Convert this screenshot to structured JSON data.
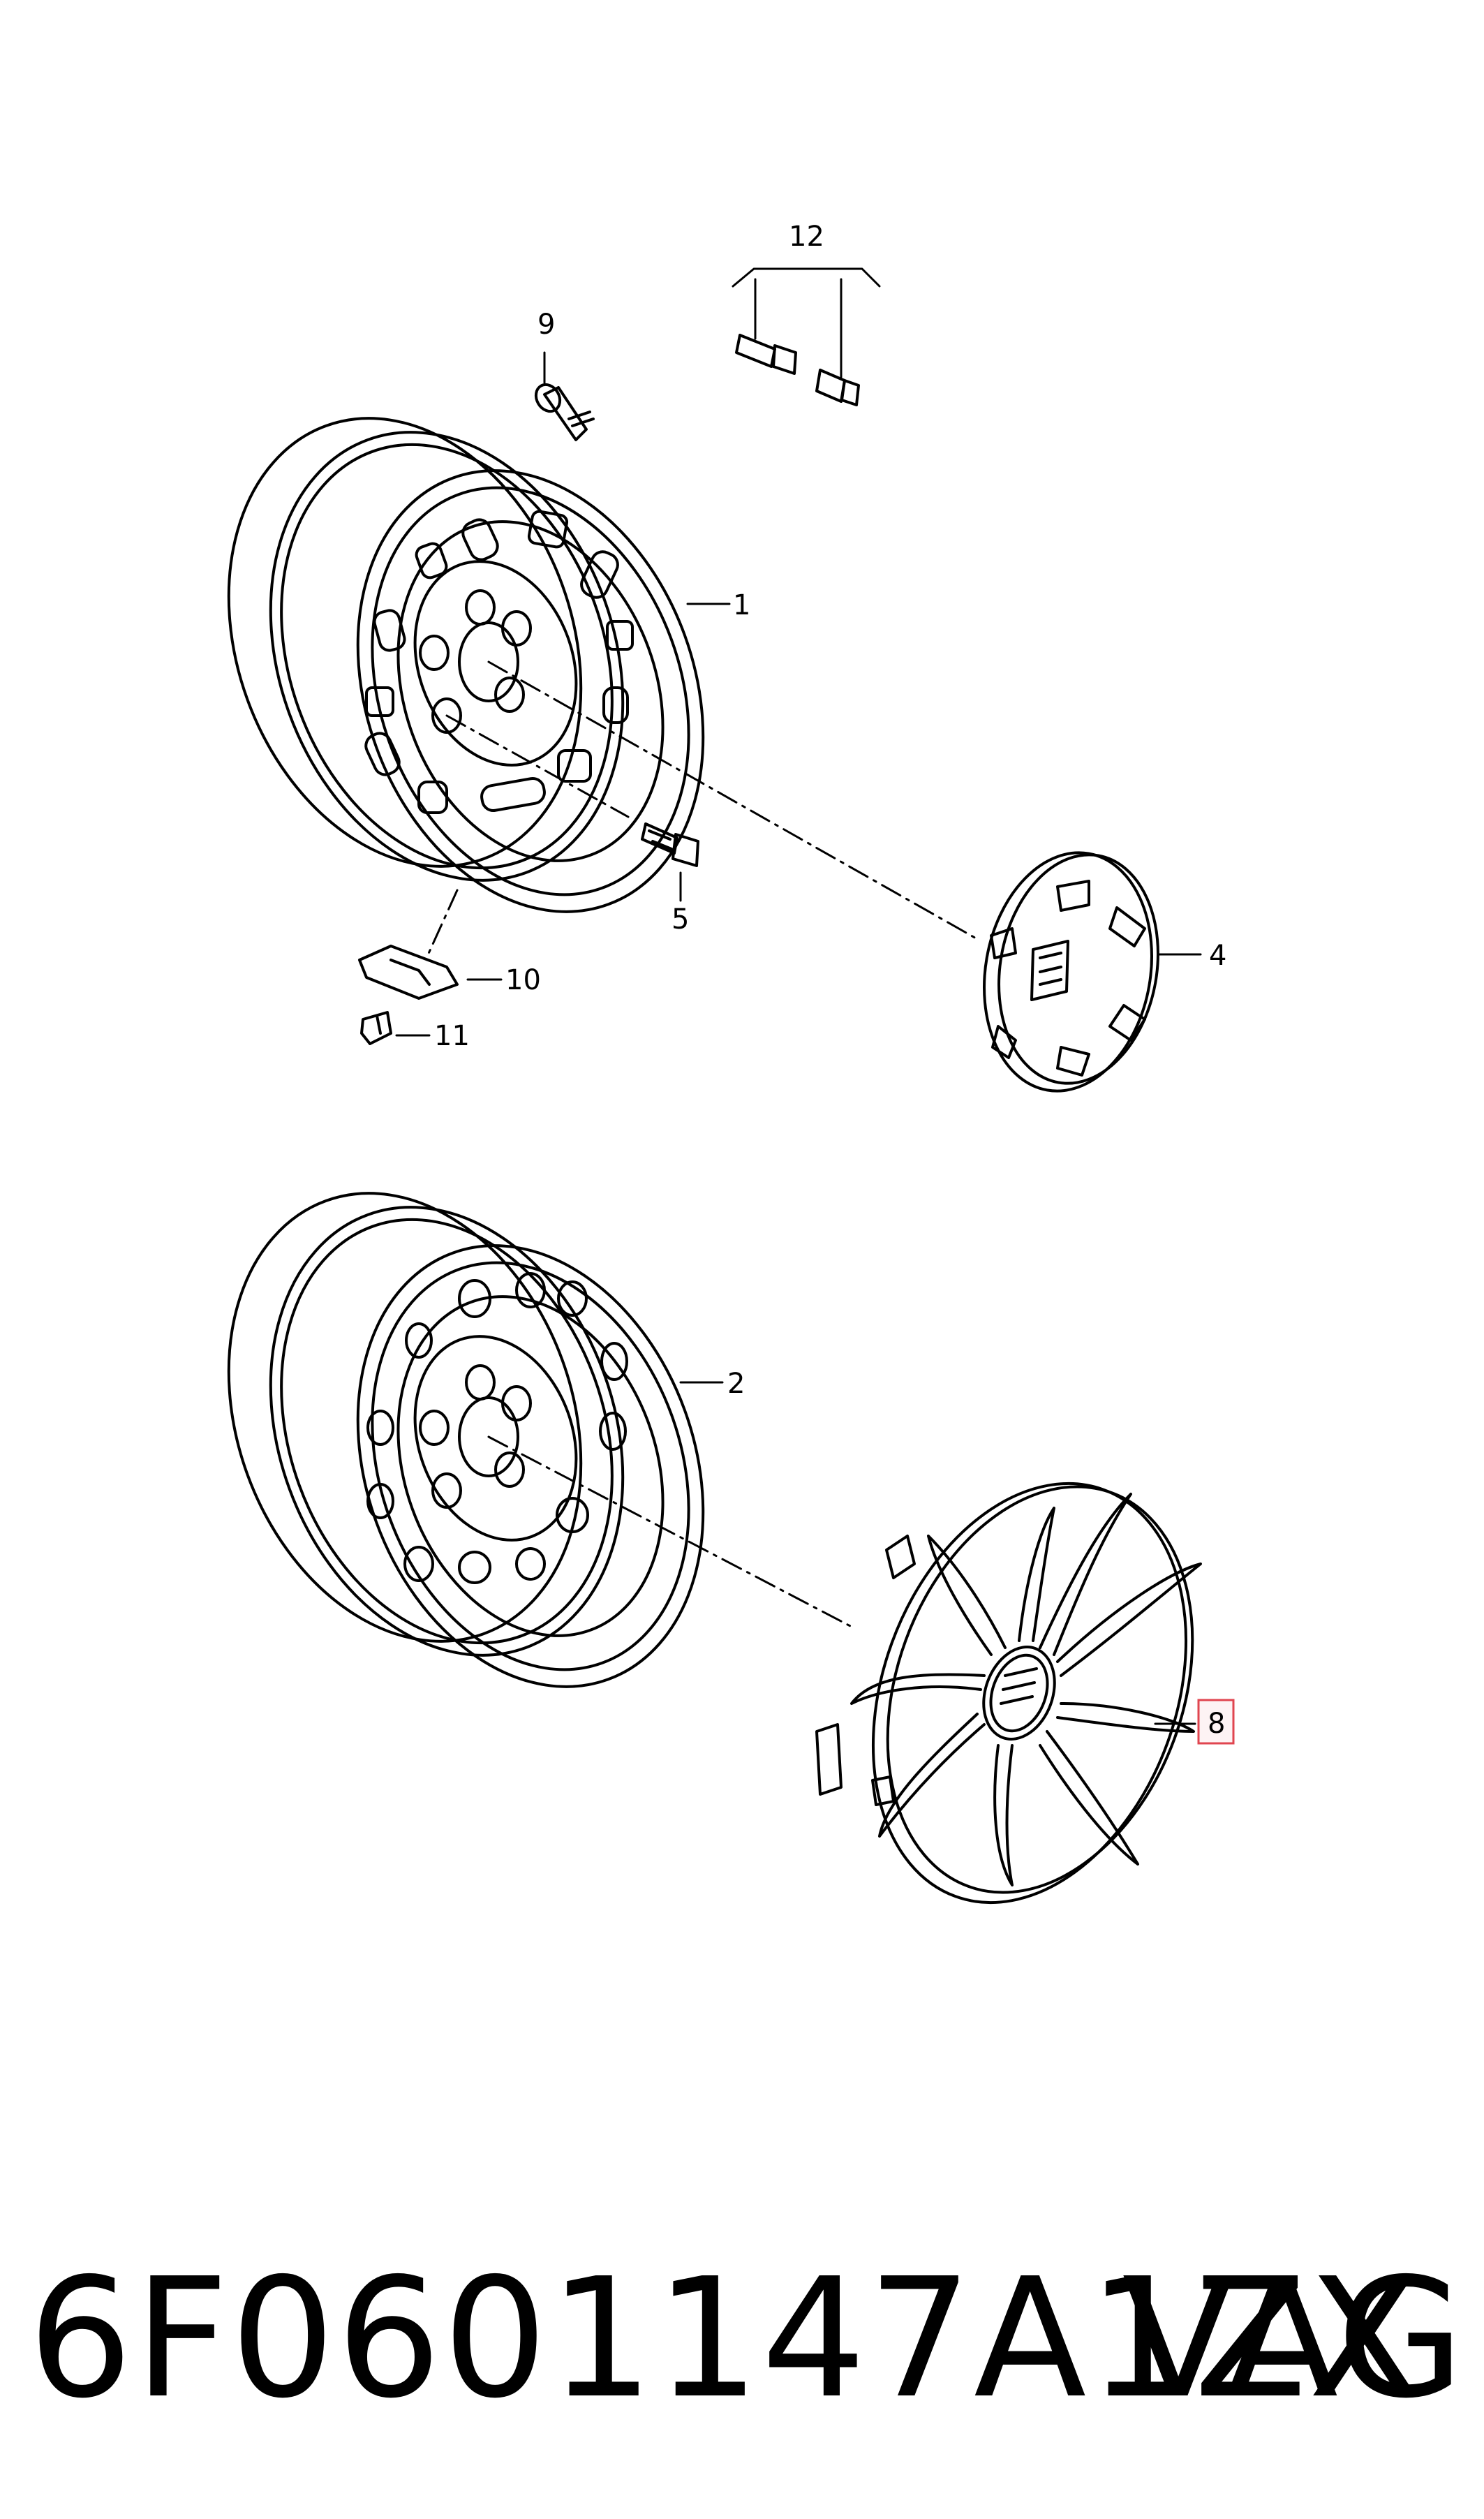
{
  "callouts": {
    "c1": "1",
    "c2": "2",
    "c4": "4",
    "c5": "5",
    "c8": "8",
    "c9": "9",
    "c10": "10",
    "c11": "11",
    "c12": "12"
  },
  "highlight_color": "#e0454f",
  "footer": {
    "part_number": "6F0601147A1ZX",
    "brand": "VAG"
  }
}
